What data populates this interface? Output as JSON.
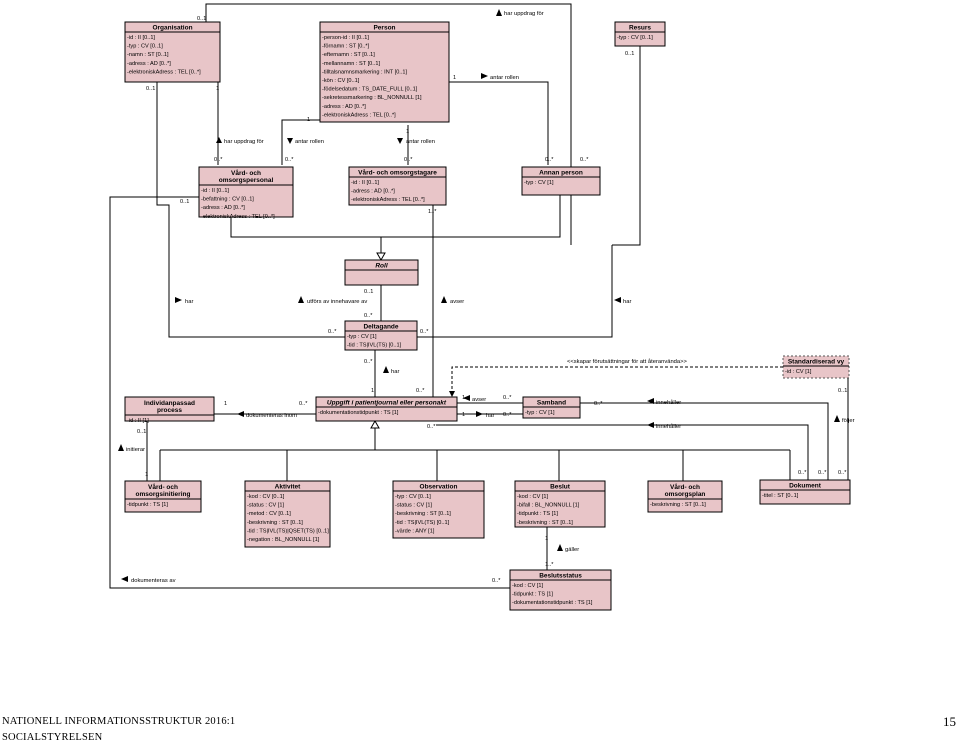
{
  "classes": [
    {
      "id": "organisation",
      "name": "Organisation",
      "attrs": [
        "-id : II [0..1]",
        "-typ : CV [0..1]",
        "-namn : ST [0..1]",
        "-adress : AD [0..*]",
        "-elektroniskAdress : TEL [0..*]"
      ]
    },
    {
      "id": "person",
      "name": "Person",
      "attrs": [
        "-person-id : II [0..1]",
        "-förnamn : ST [0..*]",
        "-efternamn : ST [0..1]",
        "-mellannamn : ST [0..1]",
        "-tilltalsnamnsmarkering : INT [0..1]",
        "-kön : CV [0..1]",
        "-födelsedatum : TS_DATE_FULL [0..1]",
        "-sekretessmarkering : BL_NONNULL [1]",
        "-adress : AD [0..*]",
        "-elektroniskAdress : TEL [0..*]"
      ]
    },
    {
      "id": "resurs",
      "name": "Resurs",
      "attrs": [
        "-typ : CV [0..1]"
      ]
    },
    {
      "id": "vop",
      "name": "Vård- och omsorgspersonal",
      "attrs": [
        "-id : II [0..1]",
        "-befattning : CV [0..1]",
        "-adress : AD [0..*]",
        "-elektroniskAdress : TEL [0..*]"
      ]
    },
    {
      "id": "vot",
      "name": "Vård- och omsorgstagare",
      "attrs": [
        "-id : II [0..1]",
        "-adress : AD [0..*]",
        "-elektroniskAdress : TEL [0..*]"
      ]
    },
    {
      "id": "annan",
      "name": "Annan person",
      "attrs": [
        "-typ : CV [1]"
      ]
    },
    {
      "id": "roll",
      "name": "Roll",
      "attrs": []
    },
    {
      "id": "deltagande",
      "name": "Deltagande",
      "attrs": [
        "-typ : CV [1]",
        "-tid : TS|IVL(TS) [0..1]"
      ]
    },
    {
      "id": "standard",
      "name": "Standardiserad vy",
      "attrs": [
        "-id : CV [1]"
      ]
    },
    {
      "id": "individ",
      "name": "Individanpassad process",
      "attrs": [
        "-id : II [1]"
      ]
    },
    {
      "id": "uppgift",
      "name": "Uppgift i patientjournal eller personakt",
      "attrs": [
        "-dokumentationstidpunkt : TS [1]"
      ]
    },
    {
      "id": "samband",
      "name": "Samband",
      "attrs": [
        "-typ : CV [1]"
      ]
    },
    {
      "id": "voinit",
      "name": "Vård- och omsorgsinitiering",
      "attrs": [
        "-tidpunkt : TS [1]"
      ]
    },
    {
      "id": "aktivitet",
      "name": "Aktivitet",
      "attrs": [
        "-kod : CV [0..1]",
        "-status : CV [1]",
        "-metod : CV [0..1]",
        "-beskrivning : ST [0..1]",
        "-tid : TS|IVL(TS)|QSET(TS) [0..1]",
        "-negation : BL_NONNULL [1]"
      ]
    },
    {
      "id": "observation",
      "name": "Observation",
      "attrs": [
        "-typ : CV [0..1]",
        "-status : CV [1]",
        "-beskrivning : ST [0..1]",
        "-tid : TS|IVL(TS) [0..1]",
        "-värde : ANY [1]"
      ]
    },
    {
      "id": "beslut",
      "name": "Beslut",
      "attrs": [
        "-kod : CV [1]",
        "-bifall : BL_NONNULL [1]",
        "-tidpunkt : TS [1]",
        "-beskrivning : ST [0..1]"
      ]
    },
    {
      "id": "voplan",
      "name": "Vård- och omsorgsplan",
      "attrs": [
        "-beskrivning : ST [0..1]"
      ]
    },
    {
      "id": "dokument",
      "name": "Dokument",
      "attrs": [
        "-titel : ST [0..1]"
      ]
    },
    {
      "id": "beslutsstatus",
      "name": "Beslutsstatus",
      "attrs": [
        "-kod : CV [1]",
        "-tidpunkt : TS [1]",
        "-dokumentationstidpunkt : TS [1]"
      ]
    }
  ],
  "labels": {
    "har_uppdrag_for": "har uppdrag för",
    "har_uppdrag_for_2": "har uppdrag för",
    "antar_rollen_1": "antar rollen",
    "antar_rollen_2": "antar rollen",
    "antar_rollen_3": "antar rollen",
    "har_1": "har",
    "utfors": "utförs av innehavare av",
    "avser_1": "avser",
    "har_2": "har",
    "har_3": "har",
    "skapar": "<<skapar förutsättningar för att återanvända>>",
    "dokumenteras_inom": "dokumenteras inom",
    "avser_2": "avser",
    "har_4": "har",
    "innehaller_1": "innehåller",
    "innehaller_2": "innehåller",
    "foljer": "följer",
    "initierar": "initierar",
    "galler": "gäller",
    "dokumenteras_av": "dokumenteras av"
  },
  "multiplicities": {
    "m01": "0..1",
    "m02": "1",
    "m03": "0..1",
    "m04": "1",
    "m05": "1",
    "m06": "0..1",
    "m07": "0..*",
    "m08": "0..*",
    "m09": "0..1",
    "m10": "0..*",
    "m11": "0..*",
    "m12": "0..*",
    "m13": "1",
    "m14": "1..*",
    "m15": "0..1",
    "m16": "0..*",
    "m17": "0..*",
    "m18": "0..*",
    "m19": "0..*",
    "m20": "1",
    "m21": "0..*",
    "m22": "1",
    "m23": "1",
    "m24": "0..*",
    "m25": "1",
    "m26": "0..*",
    "m27": "0..*",
    "m28": "0..1",
    "m29": "1",
    "m30": "0..*",
    "m31": "0..*",
    "m32": "0..*",
    "m33": "0..1",
    "m34": "1",
    "m35": "1",
    "m36": "1..*",
    "m37": "0..*",
    "m38": "0..*",
    "m39": "0..1"
  },
  "footer": {
    "line1": "NATIONELL INFORMATIONSSTRUKTUR 2016:1",
    "line2": "SOCIALSTYRELSEN",
    "page": "15"
  }
}
